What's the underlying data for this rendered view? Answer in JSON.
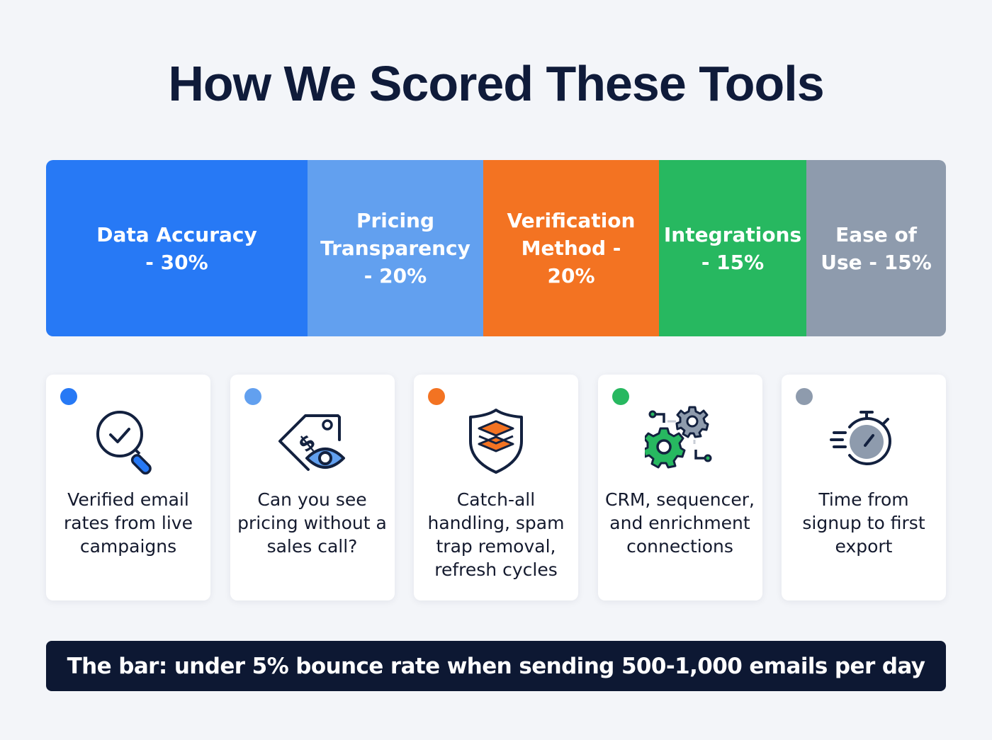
{
  "title": "How We Scored These Tools",
  "criteria": [
    {
      "label": "Data Accuracy - 30%",
      "lines": [
        "Data Accuracy",
        "- 30%"
      ],
      "weight": 30,
      "color": "#2779f5",
      "description": "Verified email rates from live campaigns",
      "icon": "magnifier-check-icon"
    },
    {
      "label": "Pricing Transparency - 20%",
      "lines": [
        "Pricing",
        "Transparency",
        "- 20%"
      ],
      "weight": 20,
      "color": "#62a0ef",
      "description": "Can you see pricing without a sales call?",
      "icon": "price-tag-eye-icon"
    },
    {
      "label": "Verification Method - 20%",
      "lines": [
        "Verification",
        "Method -",
        "20%"
      ],
      "weight": 20,
      "color": "#f37322",
      "description": "Catch-all handling, spam trap removal, refresh cycles",
      "icon": "shield-layers-icon"
    },
    {
      "label": "Integrations - 15%",
      "lines": [
        "Integrations",
        "- 15%"
      ],
      "weight": 15,
      "color": "#27b860",
      "description": "CRM, sequencer, and enrichment connections",
      "icon": "gears-icon"
    },
    {
      "label": "Ease of Use - 15%",
      "lines": [
        "Ease of",
        "Use - 15%"
      ],
      "weight": 15,
      "color": "#8e9bad",
      "description": "Time from signup to first export",
      "icon": "stopwatch-icon"
    }
  ],
  "footer": "The bar: under 5% bounce rate when sending 500-1,000 emails per day",
  "colors": {
    "background": "#f3f5f9",
    "title": "#0f1b3a",
    "banner": "#0d1833",
    "icon_stroke": "#13213f"
  }
}
